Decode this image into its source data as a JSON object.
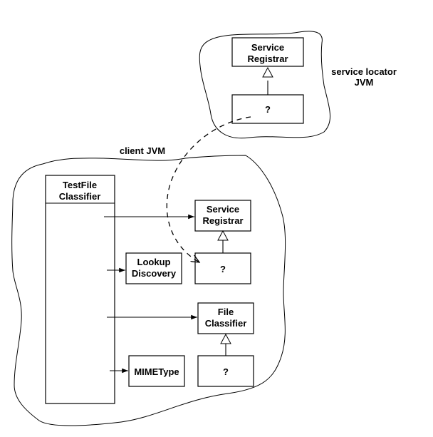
{
  "regions": {
    "service_locator": {
      "label_line1": "service locator",
      "label_line2": "JVM"
    },
    "client": {
      "label": "client JVM"
    }
  },
  "service_locator_jvm": {
    "service_registrar": {
      "line1": "Service",
      "line2": "Registrar"
    },
    "proxy": {
      "label": "?"
    }
  },
  "client_jvm": {
    "testfile_classifier": {
      "line1": "TestFile",
      "line2": "Classifier"
    },
    "service_registrar": {
      "line1": "Service",
      "line2": "Registrar"
    },
    "registrar_proxy": {
      "label": "?"
    },
    "lookup_discovery": {
      "line1": "Lookup",
      "line2": "Discovery"
    },
    "file_classifier": {
      "line1": "File",
      "line2": "Classifier"
    },
    "classifier_proxy": {
      "label": "?"
    },
    "mime_type": {
      "label": "MIMEType"
    }
  },
  "relations": [
    {
      "from": "TestFile Classifier",
      "to": "Service Registrar",
      "type": "association"
    },
    {
      "from": "TestFile Classifier",
      "to": "Lookup Discovery",
      "type": "association"
    },
    {
      "from": "TestFile Classifier",
      "to": "File Classifier",
      "type": "association"
    },
    {
      "from": "TestFile Classifier",
      "to": "MIMEType",
      "type": "association"
    },
    {
      "from": "?",
      "to": "Service Registrar",
      "type": "implements"
    },
    {
      "from": "?",
      "to": "File Classifier",
      "type": "implements"
    },
    {
      "from": "service locator ?",
      "to": "client ?",
      "type": "download"
    }
  ]
}
